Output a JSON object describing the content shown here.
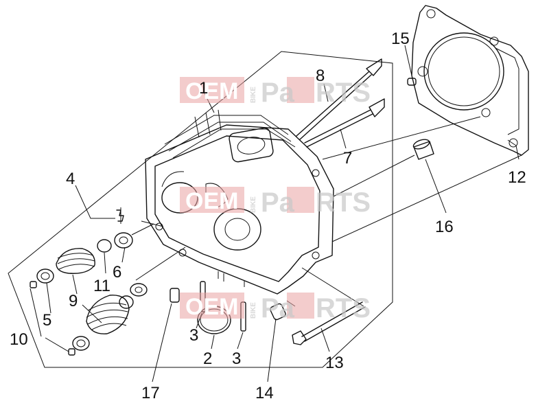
{
  "callouts": [
    {
      "id": "1",
      "label": "1"
    },
    {
      "id": "2",
      "label": "2"
    },
    {
      "id": "3a",
      "label": "3"
    },
    {
      "id": "3b",
      "label": "3"
    },
    {
      "id": "4",
      "label": "4"
    },
    {
      "id": "5",
      "label": "5"
    },
    {
      "id": "6",
      "label": "6"
    },
    {
      "id": "7",
      "label": "7"
    },
    {
      "id": "8",
      "label": "8"
    },
    {
      "id": "9",
      "label": "9"
    },
    {
      "id": "10",
      "label": "10"
    },
    {
      "id": "11",
      "label": "11"
    },
    {
      "id": "12",
      "label": "12"
    },
    {
      "id": "13",
      "label": "13"
    },
    {
      "id": "14",
      "label": "14"
    },
    {
      "id": "15",
      "label": "15"
    },
    {
      "id": "16",
      "label": "16"
    },
    {
      "id": "17",
      "label": "17"
    }
  ],
  "watermark": {
    "oem": "OEM",
    "bike": "BIKE",
    "pa": "Pa",
    "rts": "RTS"
  },
  "colors": {
    "ink": "#111111",
    "watermark_red": "#e9a3a3",
    "watermark_grey": "#c8c8c8"
  }
}
